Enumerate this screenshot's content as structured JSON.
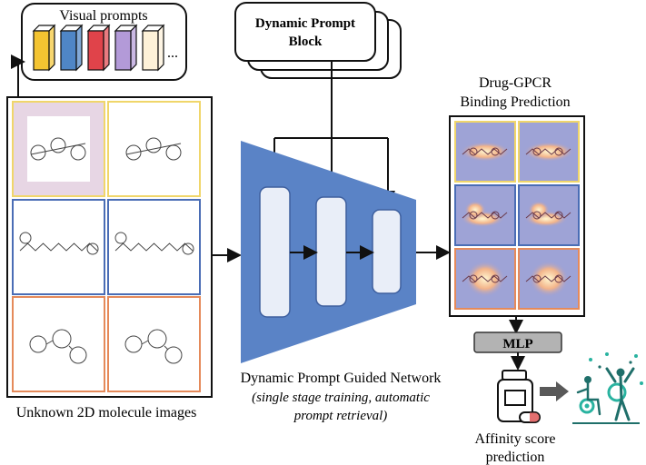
{
  "visual_prompts": {
    "title": "Visual prompts",
    "ellipsis": "...",
    "cube_colors": [
      "#f4c431",
      "#4f86c6",
      "#e0434a",
      "#b39ad8",
      "#fdf1d8"
    ]
  },
  "prompt_block": {
    "line1": "Dynamic Prompt",
    "line2": "Block"
  },
  "input_panel": {
    "caption": "Unknown 2D molecule images",
    "cell_border_colors": [
      "#f0d66a",
      "#f0d66a",
      "#4a6db5",
      "#4a6db5",
      "#e58a5a",
      "#e58a5a"
    ]
  },
  "network": {
    "title": "Dynamic Prompt Guided Network",
    "subtitle_line1": "(single stage training, automatic",
    "subtitle_line2": "prompt retrieval)",
    "color": "#5a83c6"
  },
  "output_panel": {
    "title_line1": "Drug-GPCR",
    "title_line2": "Binding Prediction",
    "cell_border_colors": [
      "#f0d66a",
      "#f0d66a",
      "#4a6db5",
      "#4a6db5",
      "#e58a5a",
      "#e58a5a"
    ]
  },
  "mlp": {
    "label": "MLP"
  },
  "affinity": {
    "line1": "Affinity score",
    "line2": "prediction"
  }
}
